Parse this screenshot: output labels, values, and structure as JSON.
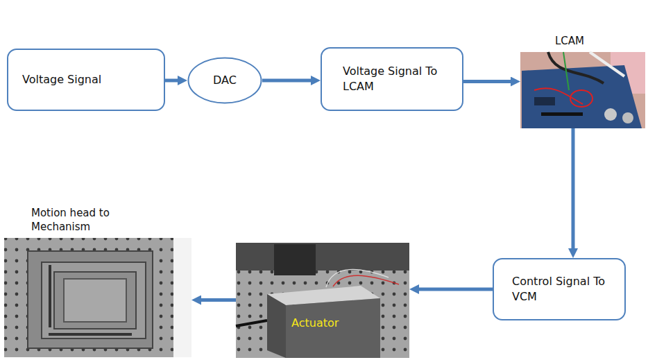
{
  "diagram": {
    "nodes": [
      {
        "text": [
          "Voltage Signal"
        ]
      },
      {
        "text": [
          "DAC"
        ]
      },
      {
        "text": [
          "Voltage Signal To LCAM"
        ]
      },
      {
        "text": [
          "LCAM"
        ]
      },
      {
        "text": [
          "Control Signal To VCM"
        ]
      },
      {
        "text": [
          "Actuator"
        ]
      },
      {
        "text": [
          "Motion head to Mechanism"
        ]
      }
    ],
    "edges": [
      {
        "from": 0,
        "to": 1,
        "arrow": "to"
      },
      {
        "from": 1,
        "to": 2,
        "arrow": "to"
      },
      {
        "from": 2,
        "to": 3,
        "arrow": "to"
      },
      {
        "from": 3,
        "to": 4,
        "arrow": "to"
      },
      {
        "from": 4,
        "to": 5,
        "arrow": "to"
      },
      {
        "from": 5,
        "to": 6,
        "arrow": "to"
      }
    ]
  }
}
